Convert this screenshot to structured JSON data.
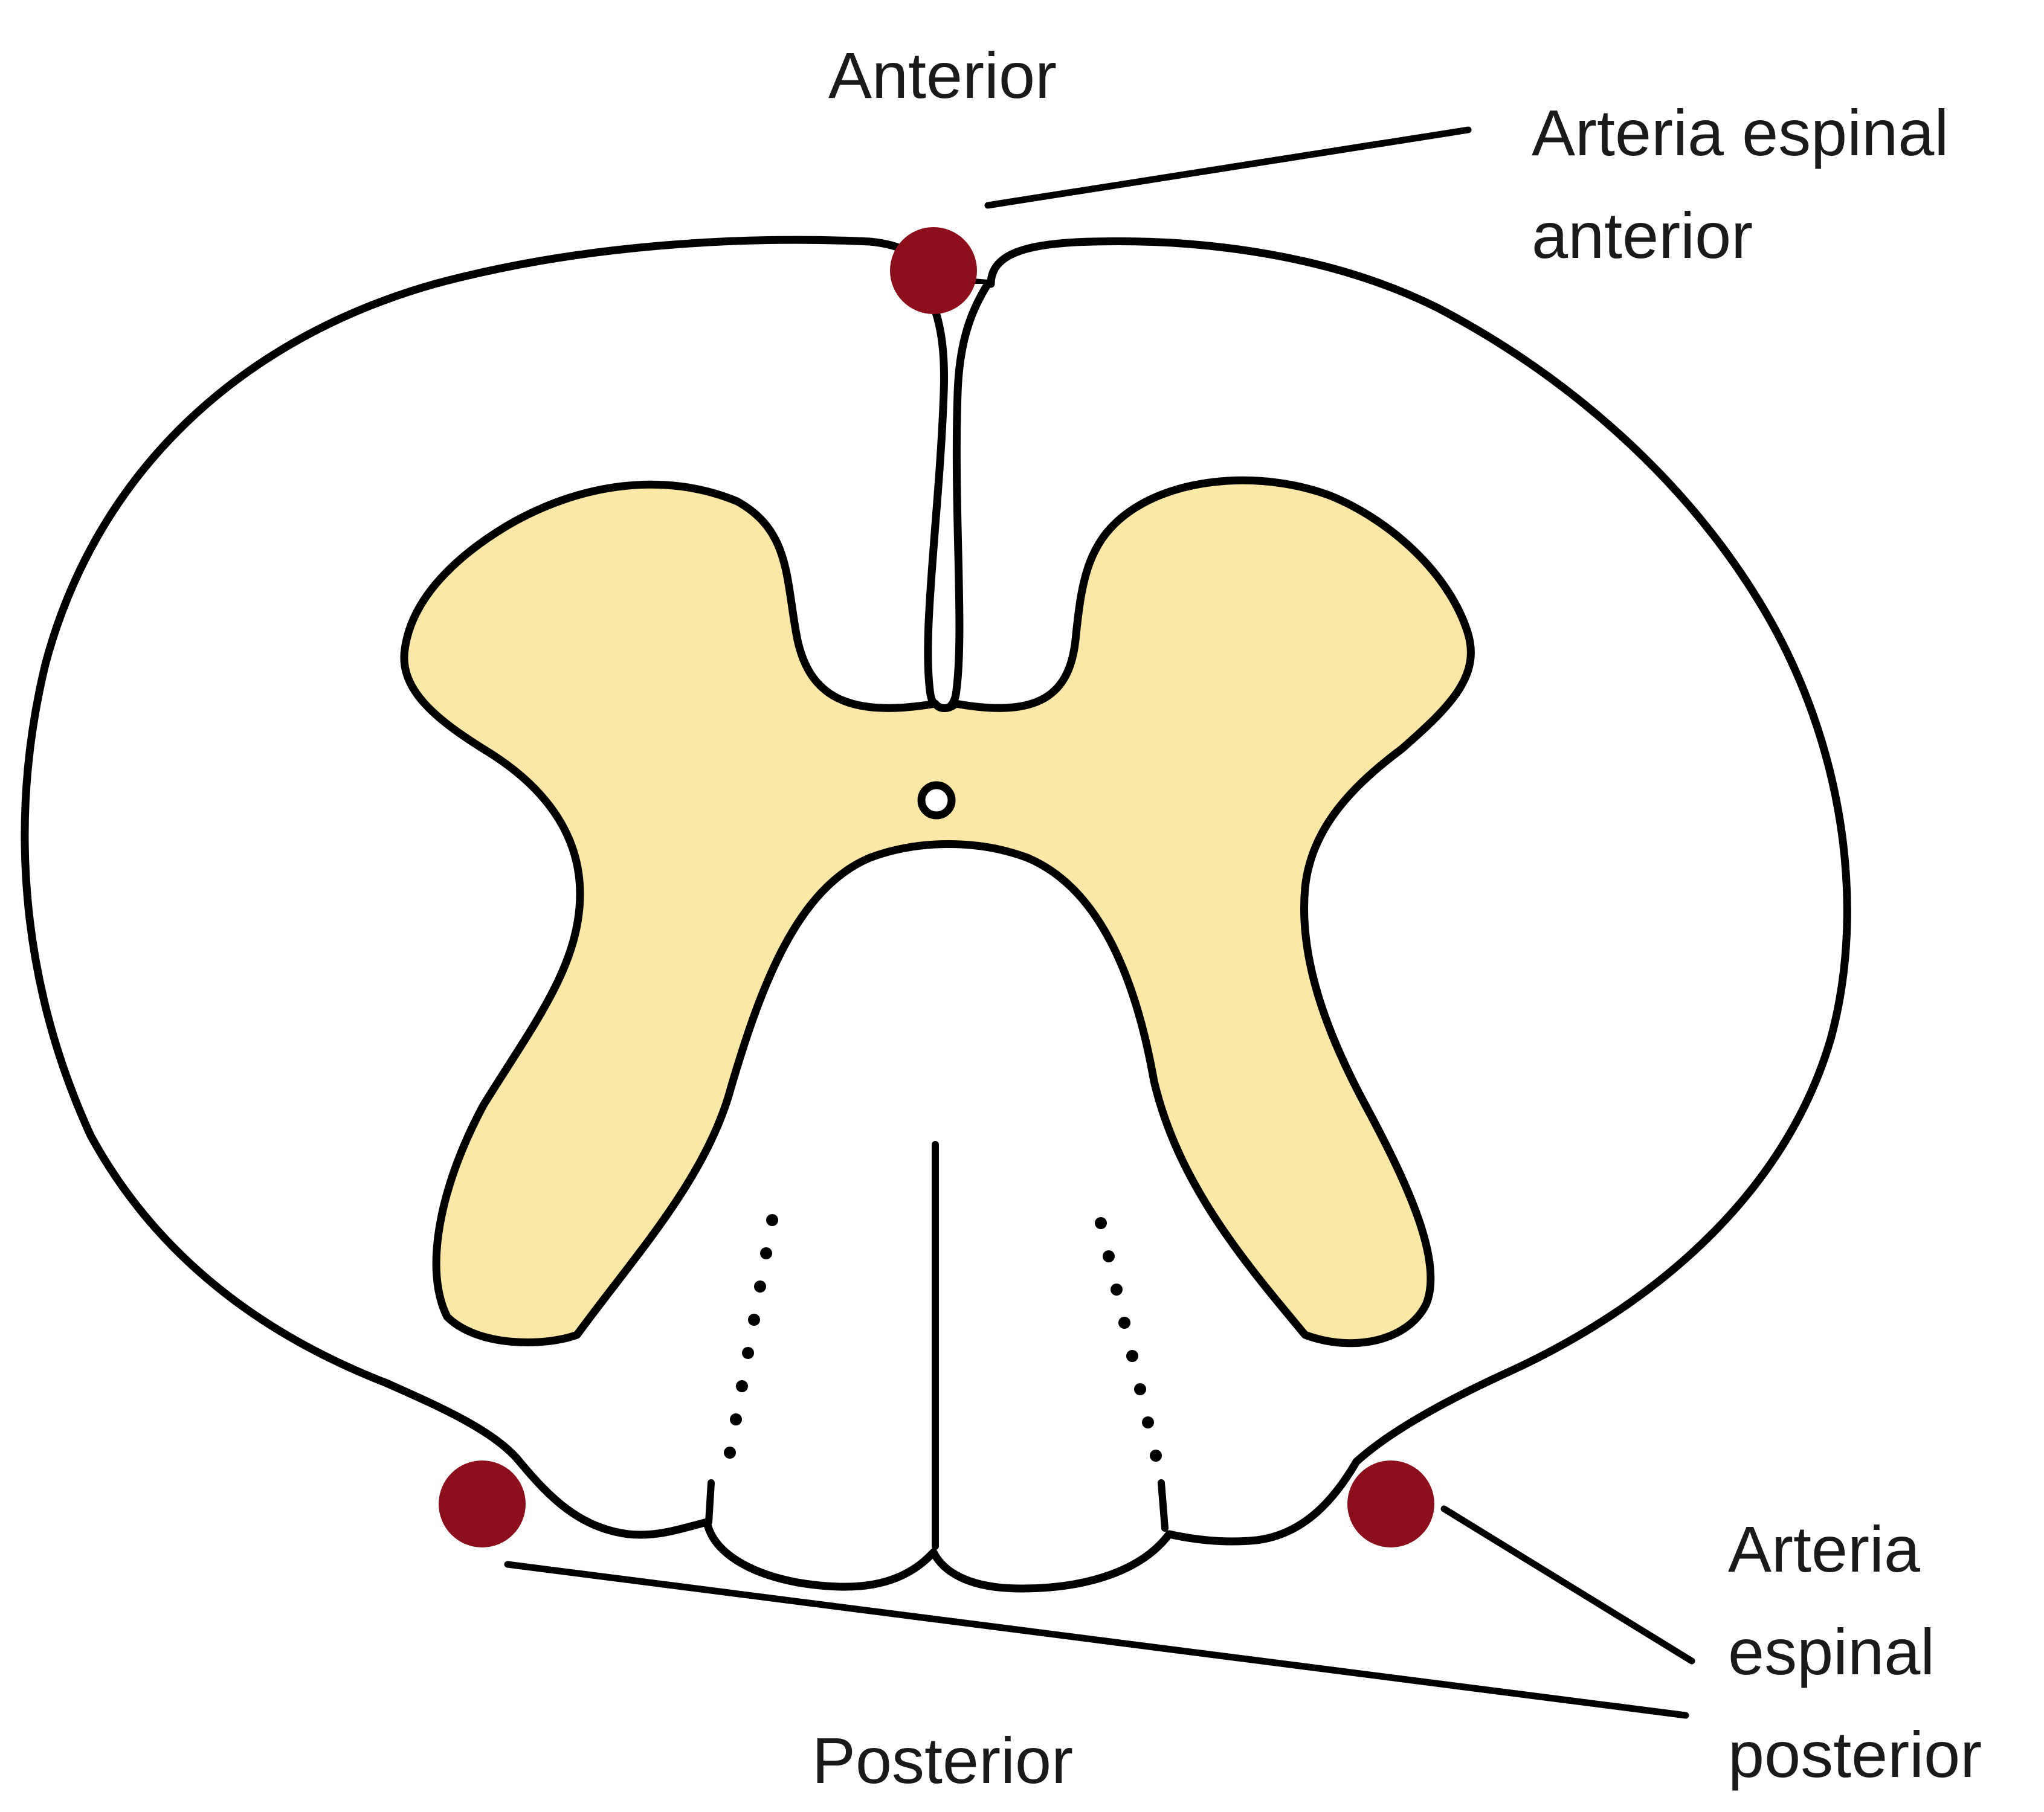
{
  "labels": {
    "top": "Anterior",
    "bottom": "Posterior",
    "anterior_spinal_artery": [
      "Arteria espinal",
      "anterior"
    ],
    "posterior_spinal_artery": [
      "Arteria",
      "espinal",
      "posterior"
    ]
  },
  "colors": {
    "grey_matter": "#fbe8a6",
    "white_matter": "#ffffff",
    "outline": "#000000",
    "artery": "#8e0f1c",
    "text": "#1a1a1a"
  }
}
